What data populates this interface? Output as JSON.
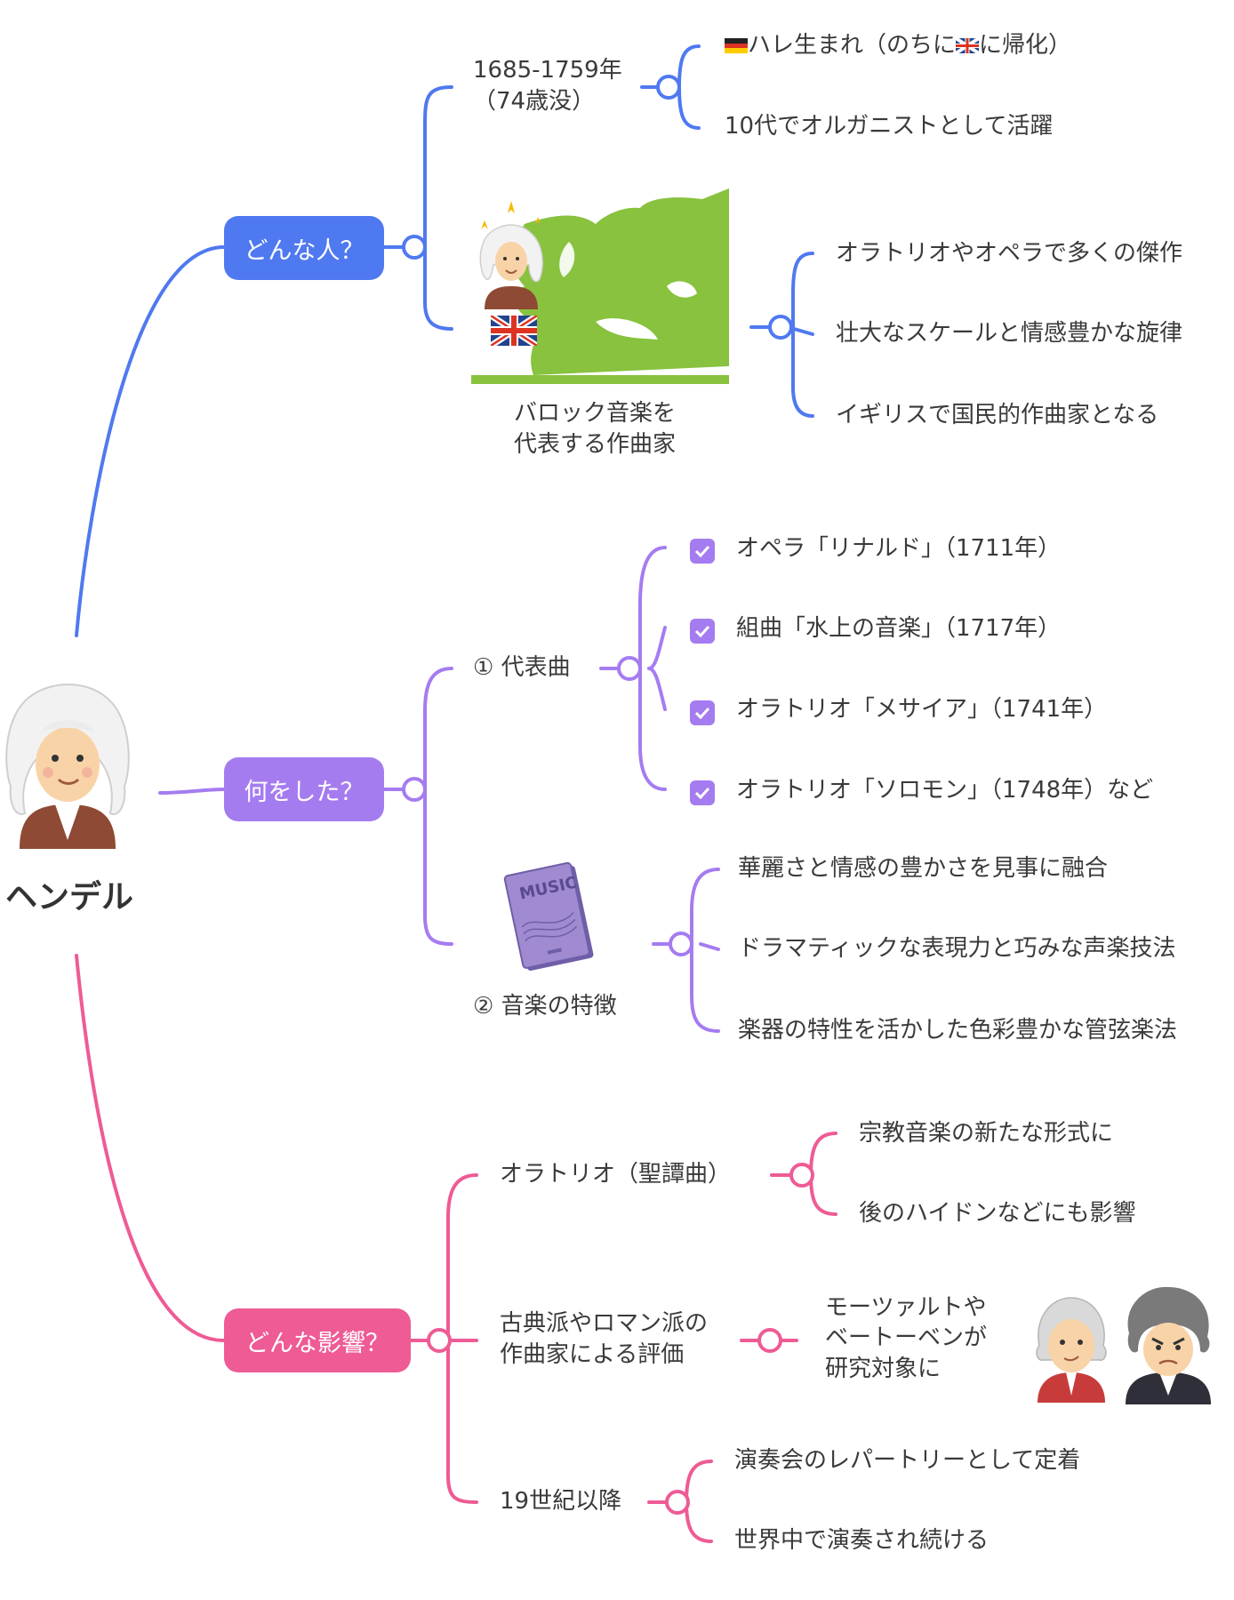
{
  "root": {
    "label": "ヘンデル",
    "icon": "handel-portrait-icon"
  },
  "colors": {
    "blue": "#4f79f0",
    "purple": "#a57cf0",
    "pink": "#ee5b95"
  },
  "branches": {
    "who": {
      "label": "どんな人？",
      "life": {
        "label_line1": "1685-1759年",
        "label_line2": "（74歳没）",
        "children": [
          {
            "pre": "ハレ生まれ（のちに",
            "post": "に帰化）"
          },
          {
            "text": "10代でオルガニストとして活躍"
          }
        ]
      },
      "baroque": {
        "label_line1": "バロック音楽を",
        "label_line2": "代表する作曲家",
        "children": [
          "オラトリオやオペラで多くの傑作",
          "壮大なスケールと情感豊かな旋律",
          "イギリスで国民的作曲家となる"
        ]
      }
    },
    "did": {
      "label": "何をした？",
      "works": {
        "label": "① 代表曲",
        "children": [
          "オペラ「リナルド」（1711年）",
          "組曲「水上の音楽」（1717年）",
          "オラトリオ「メサイア」（1741年）",
          "オラトリオ「ソロモン」（1748年）など"
        ]
      },
      "features": {
        "label": "② 音楽の特徴",
        "book_text": "MUSIC",
        "children": [
          "華麗さと情感の豊かさを見事に融合",
          "ドラマティックな表現力と巧みな声楽技法",
          "楽器の特性を活かした色彩豊かな管弦楽法"
        ]
      }
    },
    "impact": {
      "label": "どんな影響？",
      "oratorio": {
        "label": "オラトリオ（聖譚曲）",
        "children": [
          "宗教音楽の新たな形式に",
          "後のハイドンなどにも影響"
        ]
      },
      "classical": {
        "label_line1": "古典派やロマン派の",
        "label_line2": "作曲家による評価",
        "child_lines": [
          "モーツァルトや",
          "ベートーベンが",
          "研究対象に"
        ]
      },
      "c19": {
        "label": "19世紀以降",
        "children": [
          "演奏会のレパートリーとして定着",
          "世界中で演奏され続ける"
        ]
      }
    }
  }
}
